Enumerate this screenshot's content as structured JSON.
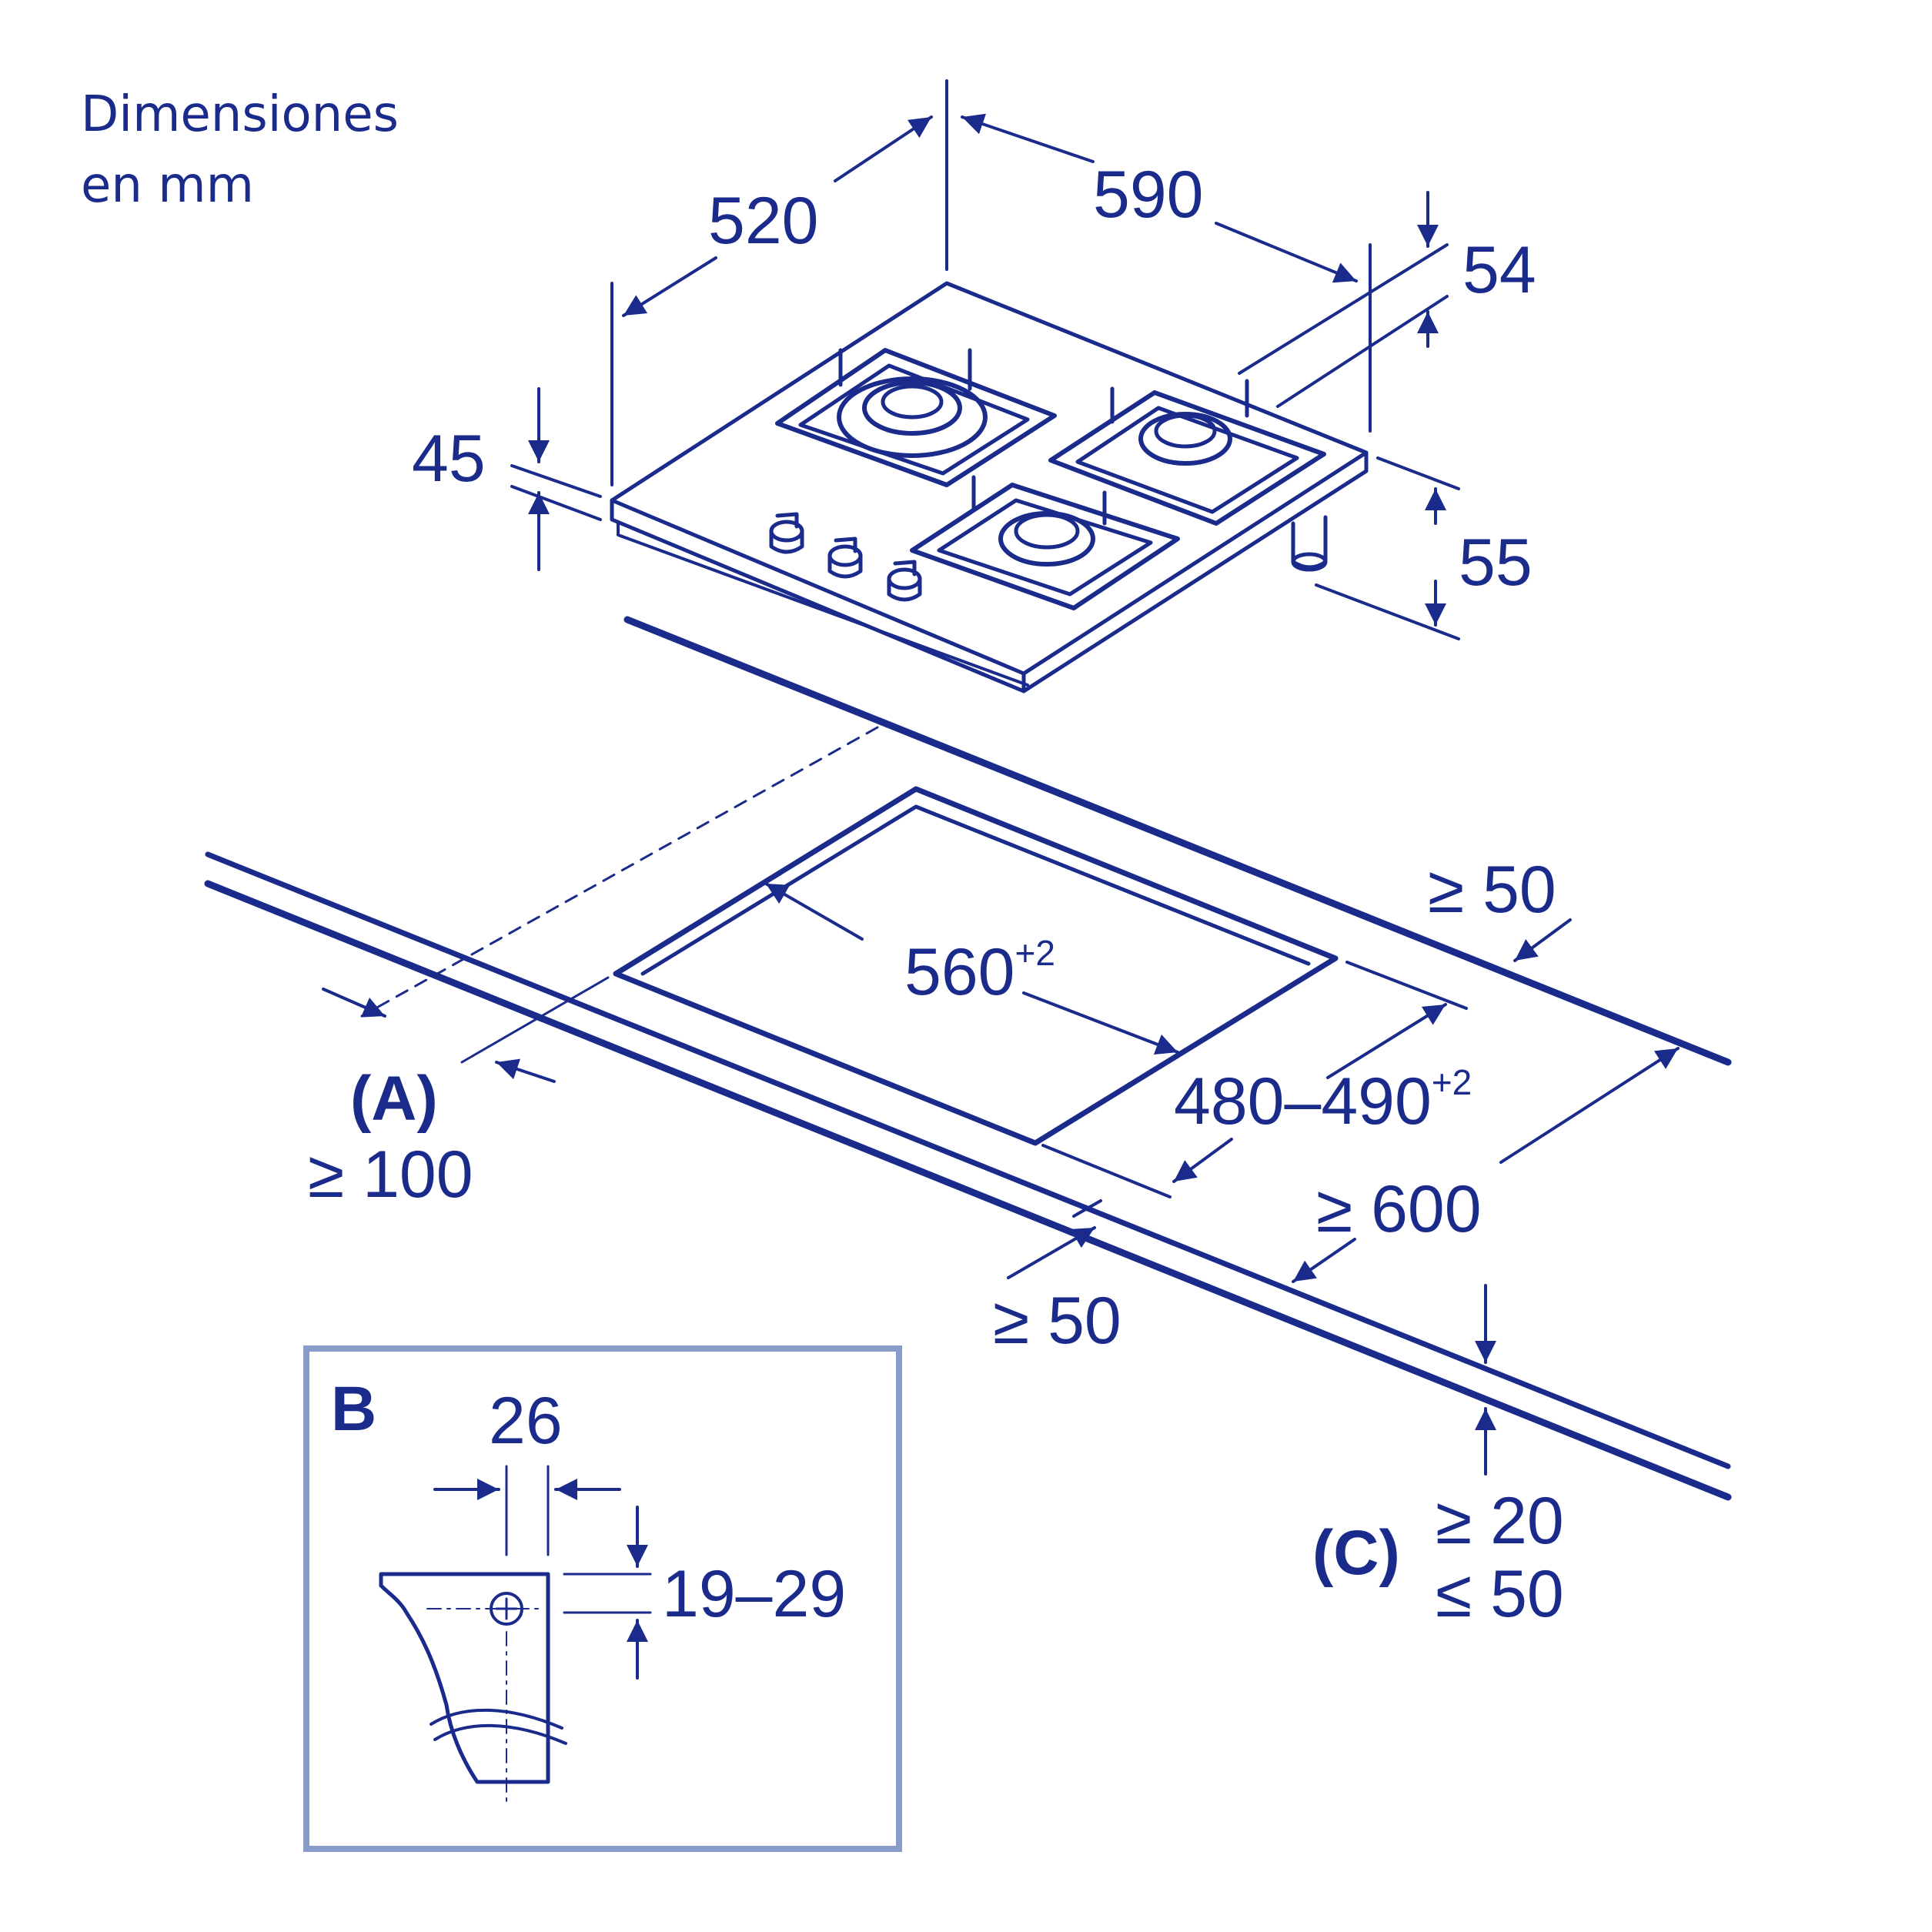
{
  "heading": {
    "line1": "Dimensiones",
    "line2": "en mm"
  },
  "hob": {
    "width": "590",
    "depth": "520",
    "glass_height": "45",
    "gas_inlet_offset": "54",
    "height_below": "55"
  },
  "cutout": {
    "width": "560",
    "width_tol": "+2",
    "depth": "480–490",
    "depth_tol": "+2"
  },
  "clearances": {
    "rear_wall": "≥ 50",
    "front_edge": "≥ 50",
    "side": "≥ 600",
    "a_label": "(A)",
    "a_value": "≥ 100",
    "c_label": "(C)",
    "c_min": "≥ 20",
    "c_max": "≤ 50"
  },
  "detail_b": {
    "label": "B",
    "width": "26",
    "height": "19–29"
  },
  "colors": {
    "line": "#1a2b8c",
    "frame": "#8a9cc9",
    "background": "#ffffff"
  }
}
